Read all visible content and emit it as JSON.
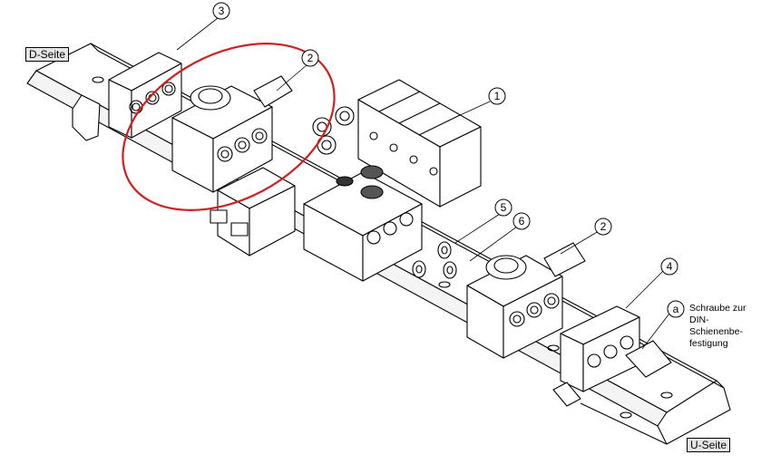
{
  "labels": {
    "d_side": "D-Seite",
    "u_side": "U-Seite"
  },
  "callouts": [
    {
      "id": "1",
      "text": "1"
    },
    {
      "id": "2a",
      "text": "2"
    },
    {
      "id": "2b",
      "text": "2"
    },
    {
      "id": "3",
      "text": "3"
    },
    {
      "id": "4",
      "text": "4"
    },
    {
      "id": "5",
      "text": "5"
    },
    {
      "id": "6",
      "text": "6"
    },
    {
      "id": "a",
      "text": "a"
    }
  ],
  "note_lines": [
    "Schraube zur",
    "DIN-",
    "Schienenbe-",
    "festigung"
  ],
  "colors": {
    "line": "#000000",
    "highlight_ellipse": "#d11f1f",
    "label_background": "#e6e6e6"
  }
}
